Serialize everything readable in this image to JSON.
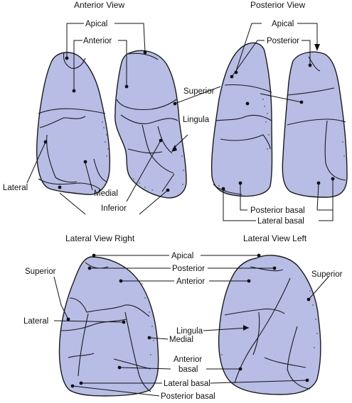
{
  "titles": {
    "anterior": "Anterior View",
    "posterior": "Posterior View",
    "lateral_right": "Lateral View Right",
    "lateral_left": "Lateral View Left"
  },
  "labels": {
    "a_apical": "Apical",
    "a_anterior": "Anterior",
    "a_lingula": "Lingula",
    "a_medial": "Medial",
    "a_lateral": "Lateral",
    "a_inferior": "Inferior",
    "a_superior": "Superior",
    "p_apical": "Apical",
    "p_posterior": "Posterior",
    "p_superior": "Superior",
    "p_posterior_basal": "Posterior basal",
    "p_lateral_basal": "Lateral basal",
    "l_apical": "Apical",
    "l_posterior": "Posterior",
    "l_anterior": "Anterior",
    "l_superior_right": "Superior",
    "l_superior_left": "Superior",
    "l_lateral": "Lateral",
    "l_medial": "Medial",
    "l_lingula": "Lingula",
    "l_anterior_basal_1": "Anterior",
    "l_anterior_basal_2": "basal",
    "l_lateral_basal": "Lateral basal",
    "l_posterior_basal": "Posterior basal"
  },
  "colors": {
    "lung_fill": "#b8bde6",
    "outline": "#1a1a1a"
  }
}
